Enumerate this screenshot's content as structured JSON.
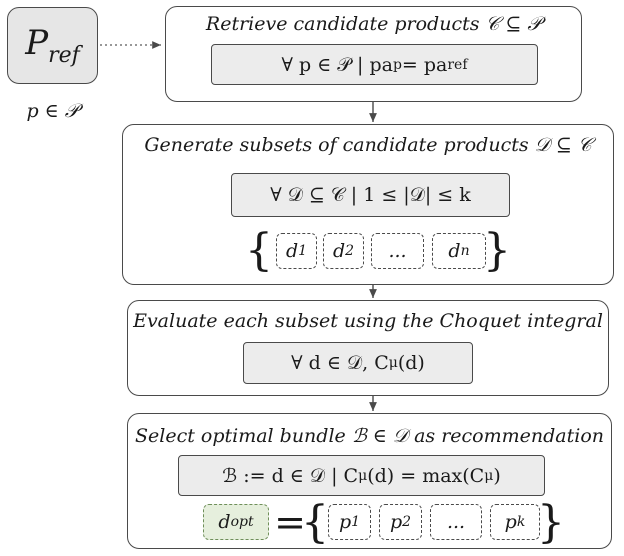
{
  "ref": {
    "label": "P_ref",
    "label_main": "P",
    "label_sub": "ref",
    "caption": "p ∈ 𝒫"
  },
  "stages": [
    {
      "title": "Retrieve candidate products 𝒞 ⊆ 𝒫",
      "formula": "∀ p ∈ 𝒫 | pa_p = pa_ref"
    },
    {
      "title": "Generate subsets of candidate products 𝒟 ⊆ 𝒞",
      "formula": "∀ 𝒟 ⊆ 𝒞 | 1 ≤ |𝒟| ≤ k",
      "subsets": [
        "d_1",
        "d_2",
        "...",
        "d_n"
      ]
    },
    {
      "title": "Evaluate each subset using the Choquet integral",
      "formula": "∀ d ∈ 𝒟,  C_μ(d)"
    },
    {
      "title": "Select optimal bundle ℬ ∈ 𝒟 as recommendation",
      "formula": "ℬ := d ∈ 𝒟 | C_μ(d) = max(C_μ)",
      "optimal": "d_opt",
      "equals": "=",
      "bundle": [
        "p_1",
        "p_2",
        "...",
        "p_k"
      ]
    }
  ],
  "braces": {
    "open": "{",
    "close": "}"
  },
  "colors": {
    "stroke": "#4a4a4a",
    "formula_fill": "#ececec",
    "optimal_fill": "#e6efdd"
  }
}
